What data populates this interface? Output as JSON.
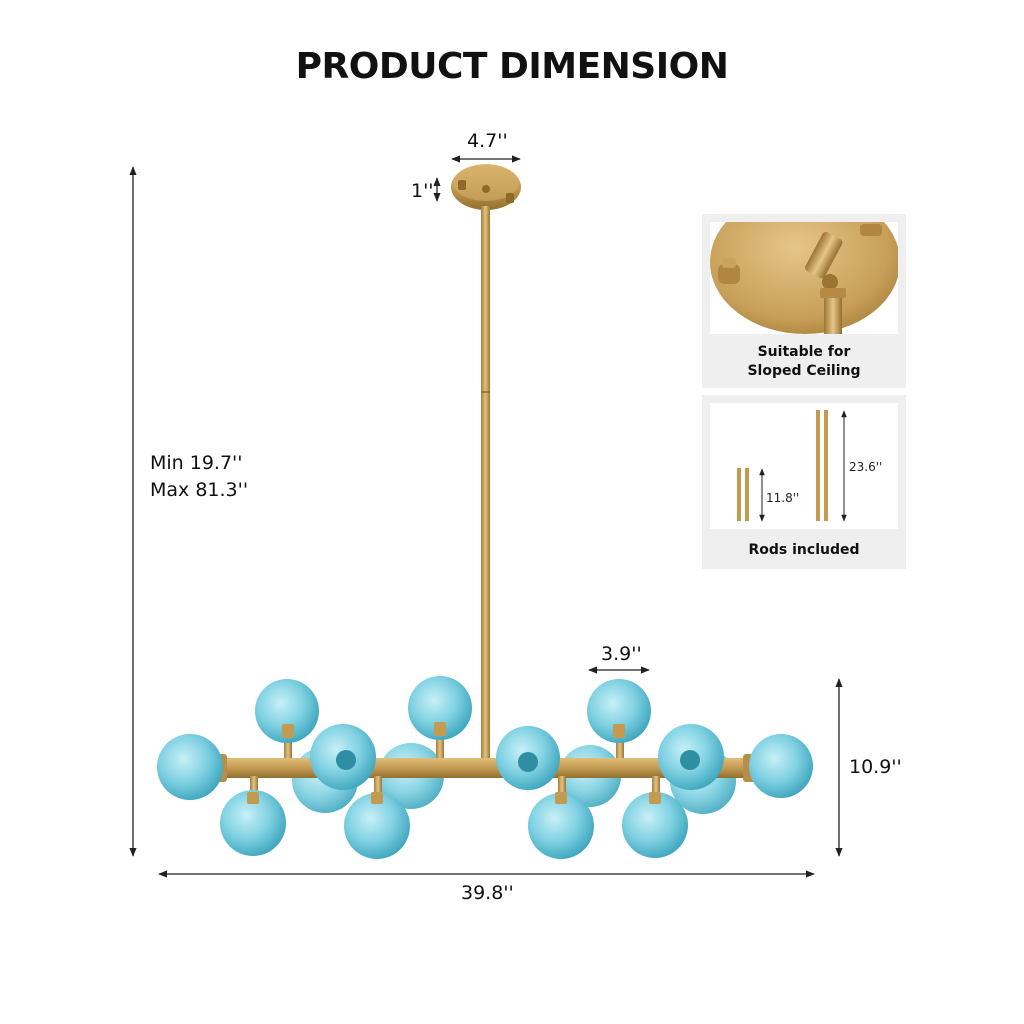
{
  "title": "PRODUCT DIMENSION",
  "dimensions": {
    "canopy_width": "4.7''",
    "canopy_height": "1''",
    "overall_height_min": "Min 19.7''",
    "overall_height_max": "Max 81.3''",
    "globe_diameter": "3.9''",
    "fixture_height": "10.9''",
    "fixture_width": "39.8''"
  },
  "panels": {
    "sloped": {
      "caption_line1": "Suitable for",
      "caption_line2": "Sloped Ceiling"
    },
    "rods": {
      "short_rod": "11.8''",
      "long_rod": "23.6''",
      "caption": "Rods included"
    }
  },
  "colors": {
    "brass": "#c39a52",
    "globe": "#7fd1e2",
    "arrow": "#222222"
  }
}
